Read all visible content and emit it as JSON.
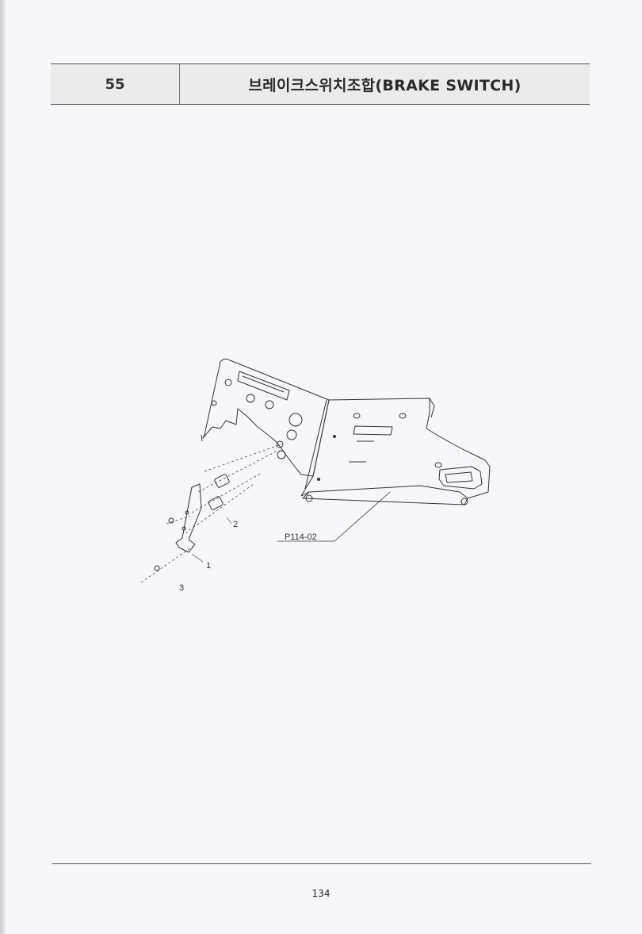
{
  "header": {
    "section_number": "55",
    "title": "브레이크스위치조합(BRAKE SWITCH)"
  },
  "diagram": {
    "callouts": {
      "part_1": "1",
      "part_2": "2",
      "part_3": "3",
      "reference": "P114-02"
    }
  },
  "footer": {
    "page_number": "134"
  }
}
